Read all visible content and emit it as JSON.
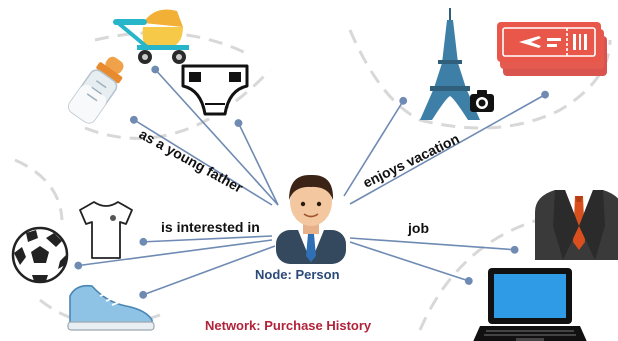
{
  "center_node": {
    "label": "Node: Person",
    "icon": "businessman-icon"
  },
  "network_title": "Network: Purchase History",
  "edge_labels": {
    "young_father": "as a young father",
    "interested": "is interested in",
    "vacation": "enjoys vacation",
    "job": "job"
  },
  "nodes": {
    "stroller": "baby-stroller-icon",
    "bottle": "baby-bottle-icon",
    "diaper": "diaper-icon",
    "tshirt": "t-shirt-icon",
    "football": "soccer-ball-icon",
    "sneaker": "sneaker-icon",
    "eiffel": "eiffel-tower-icon",
    "camera": "camera-icon",
    "tickets": "plane-tickets-icon",
    "suit": "business-suit-icon",
    "laptop": "laptop-icon"
  },
  "colors": {
    "edge": "#6f8bb3",
    "network_title": "#b0233b",
    "node_label": "#2c4a78",
    "dashed_region": "#d6d6d6"
  }
}
